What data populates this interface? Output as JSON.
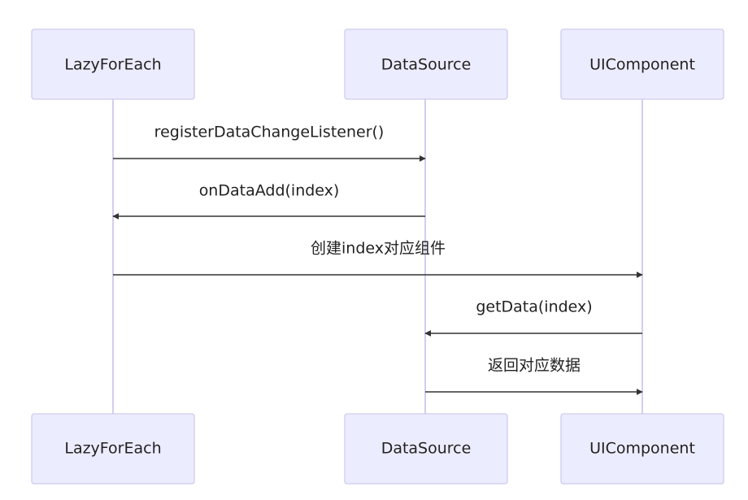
{
  "participants": [
    {
      "id": "lazyforeach",
      "label": "LazyForEach"
    },
    {
      "id": "datasource",
      "label": "DataSource"
    },
    {
      "id": "uicomponent",
      "label": "UIComponent"
    }
  ],
  "messages": [
    {
      "from": "lazyforeach",
      "to": "datasource",
      "label": "registerDataChangeListener()"
    },
    {
      "from": "datasource",
      "to": "lazyforeach",
      "label": "onDataAdd(index)"
    },
    {
      "from": "lazyforeach",
      "to": "uicomponent",
      "label": "创建index对应组件"
    },
    {
      "from": "uicomponent",
      "to": "datasource",
      "label": "getData(index)"
    },
    {
      "from": "datasource",
      "to": "uicomponent",
      "label": "返回对应数据"
    }
  ],
  "colors": {
    "actor_fill": "#ECECFF",
    "actor_border": "#CCCCEE",
    "lifeline": "#D6CCEE",
    "arrow": "#333333",
    "text": "#222222"
  }
}
